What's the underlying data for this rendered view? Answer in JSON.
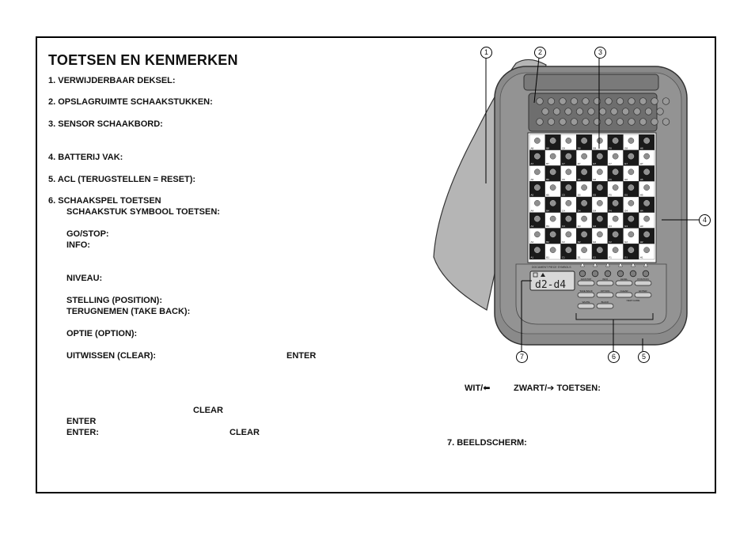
{
  "heading": "TOETSEN EN KENMERKEN",
  "left_items": {
    "item1": "1. VERWIJDERBAAR DEKSEL:",
    "item2": "2. OPSLAGRUIMTE SCHAAKSTUKKEN:",
    "item3": "3. SENSOR SCHAAKBORD:",
    "item4": "4. BATTERIJ VAK:",
    "item5": "5. ACL (TERUGSTELLEN = RESET):",
    "item6": "6. SCHAAKSPEL TOETSEN",
    "piece_keys": "SCHAAKSTUK SYMBOOL TOETSEN:",
    "gostop": "GO/STOP:",
    "info": "INFO:",
    "niveau": "NIVEAU:",
    "stelling": "STELLING (POSITION):",
    "terugnemen": "TERUGNEMEN (TAKE BACK):",
    "optie": "OPTIE (OPTION):",
    "uitwissen": "UITWISSEN (CLEAR):",
    "enter_a": "ENTER",
    "clear_a": "CLEAR",
    "enter_b": "ENTER",
    "enter_c": "ENTER:",
    "clear_b": "CLEAR"
  },
  "right_items": {
    "wit": "WIT/",
    "zwart": "ZWART/",
    "toetsen": "TOETSEN:",
    "item7": "7. BEELDSCHERM:"
  },
  "device": {
    "display_text": "d2-d4",
    "board_files": [
      "A",
      "B",
      "C",
      "D",
      "E",
      "F",
      "G",
      "H"
    ],
    "button_labels_row1": [
      "GO/STOP",
      "INFO",
      "LEVEL",
      "POSITION"
    ],
    "button_labels_row2": [
      "TAKE BACK",
      "OPTION",
      "CLEAR",
      "ENTER"
    ],
    "button_labels_row3": [
      "WHITE",
      "BLACK"
    ],
    "new_game": "NEW GAME"
  },
  "callouts": [
    "1",
    "2",
    "3",
    "4",
    "5",
    "6",
    "7"
  ],
  "colors": {
    "device_body": "#8d8d8d",
    "device_dark": "#6e6e6e",
    "lid": "#b8b8b8",
    "board_dark": "#1a1a1a"
  }
}
